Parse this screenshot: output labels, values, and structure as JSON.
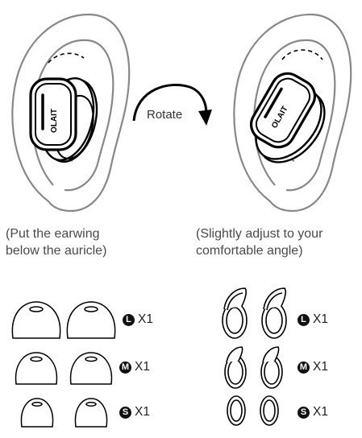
{
  "rotate_label": "Rotate",
  "brand_text": "OLAIT",
  "caption_left": [
    "(Put the earwing",
    "below the auricle)"
  ],
  "caption_right": [
    "(Slightly adjust to your",
    "comfortable angle)"
  ],
  "eartip_sizes": [
    {
      "letter": "L",
      "qty": "X1"
    },
    {
      "letter": "M",
      "qty": "X1"
    },
    {
      "letter": "S",
      "qty": "X1"
    }
  ],
  "earwing_sizes": [
    {
      "letter": "L",
      "qty": "X1"
    },
    {
      "letter": "M",
      "qty": "X1"
    },
    {
      "letter": "S",
      "qty": "X1"
    }
  ]
}
